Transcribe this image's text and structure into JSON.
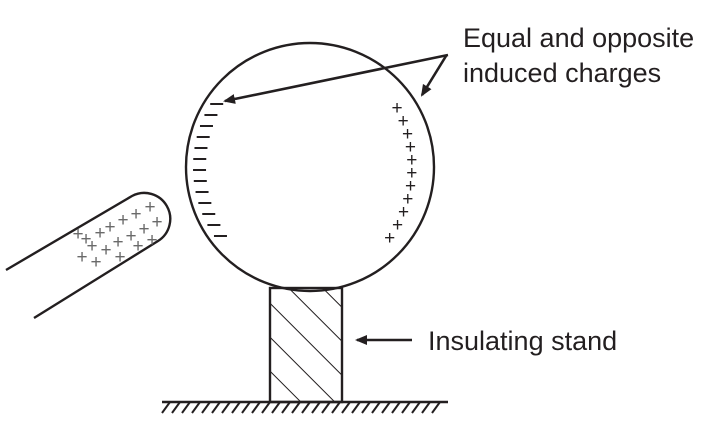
{
  "labels": {
    "charges_line1": "Equal and opposite",
    "charges_line2": "induced charges",
    "stand": "Insulating stand"
  },
  "glyphs": {
    "positive": "+",
    "negative": "−"
  },
  "colors": {
    "ink": "#231f20",
    "rod_charge": "#6a6a6a",
    "background": "#ffffff"
  }
}
